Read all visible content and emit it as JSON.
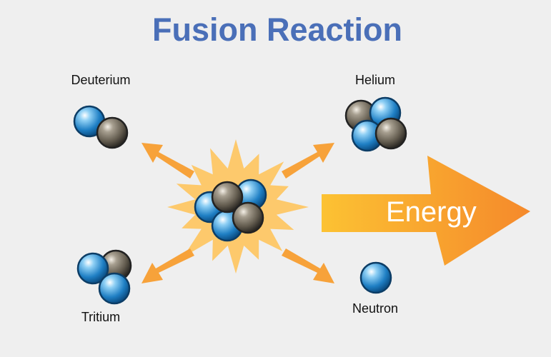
{
  "title": "Fusion Reaction",
  "labels": {
    "deuterium": "Deuterium",
    "helium": "Helium",
    "tritium": "Tritium",
    "neutron": "Neutron",
    "energy": "Energy"
  },
  "colors": {
    "title": "#4a6fb8",
    "burst": "#fdc96c",
    "arrow": "#f7a23a",
    "energy_start": "#fcc233",
    "energy_end": "#f5892b",
    "proton": "#2a86c8",
    "neutron_particle": "#6d6658"
  }
}
